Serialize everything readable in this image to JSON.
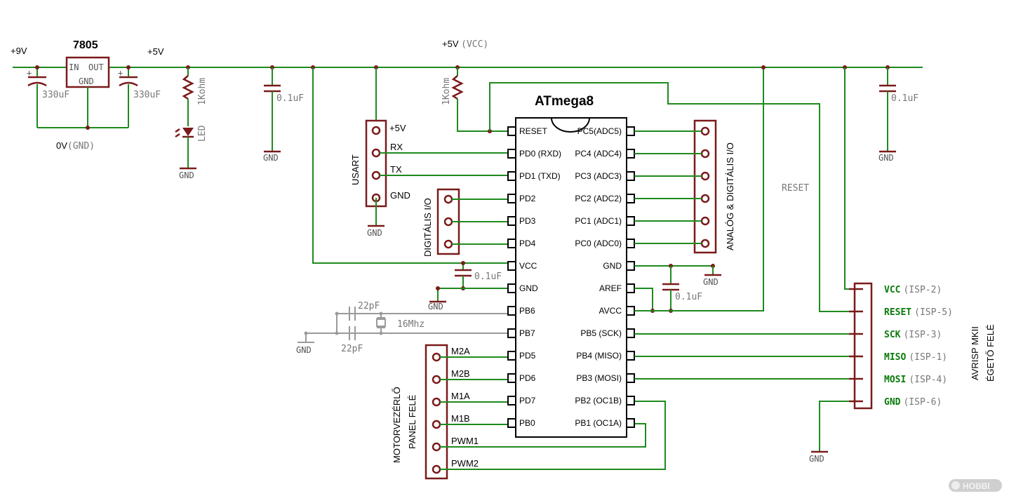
{
  "power": {
    "v9": "+9V",
    "v5": "+5V",
    "vcc_main": "+5V",
    "vcc_suffix": "(VCC)",
    "gnd_main": "0V",
    "gnd_suffix": "(GND)"
  },
  "regulator": {
    "name": "7805",
    "in": "IN",
    "out": "OUT",
    "gnd": "GND"
  },
  "components": {
    "cap_330_left": "330uF",
    "cap_330_right": "330uF",
    "res_1k_left": "1Kohm",
    "res_1k_right": "1Kohm",
    "led": "LED",
    "cap_01_a": "0.1uF",
    "cap_01_b": "0.1uF",
    "cap_01_vcc": "0.1uF",
    "cap_01_aref": "0.1uF",
    "cap_22_top": "22pF",
    "cap_22_bot": "22pF",
    "crystal": "16Mhz"
  },
  "gnd_label": "GND",
  "usart": {
    "title": "USART",
    "pins": [
      "+5V",
      "RX",
      "TX",
      "GND"
    ]
  },
  "digital_io": "DIGITÁLIS I/O",
  "analog_io": "ANALÓG & DIGITÁLIS I/O",
  "reset_wire": "RESET",
  "chip": {
    "name": "ATmega8",
    "left_pins": [
      "RESET",
      "PD0 (RXD)",
      "PD1 (TXD)",
      "PD2",
      "PD3",
      "PD4",
      "VCC",
      "GND",
      "PB6",
      "PB7",
      "PD5",
      "PD6",
      "PD7",
      "PB0"
    ],
    "right_pins": [
      "PC5(ADC5)",
      "PC4 (ADC4)",
      "PC3 (ADC3)",
      "PC2 (ADC2)",
      "PC1 (ADC1)",
      "PC0 (ADC0)",
      "GND",
      "AREF",
      "AVCC",
      "PB5 (SCK)",
      "PB4 (MISO)",
      "PB3 (MOSI)",
      "PB2 (OC1B)",
      "PB1 (OC1A)"
    ]
  },
  "motor": {
    "title1": "MOTORVEZÉRLŐ",
    "title2": "PANEL FELÉ",
    "pins": [
      "M2A",
      "M2B",
      "M1A",
      "M1B",
      "PWM1",
      "PWM2"
    ]
  },
  "isp": {
    "title1": "AVRISP MKII",
    "title2": "ÉGETŐ FELÉ",
    "pins": [
      {
        "name": "VCC",
        "num": "(ISP-2)"
      },
      {
        "name": "RESET",
        "num": "(ISP-5)"
      },
      {
        "name": "SCK",
        "num": "(ISP-3)"
      },
      {
        "name": "MISO",
        "num": "(ISP-1)"
      },
      {
        "name": "MOSI",
        "num": "(ISP-4)"
      },
      {
        "name": "GND",
        "num": "(ISP-6)"
      }
    ]
  },
  "watermark": "HOBBI"
}
